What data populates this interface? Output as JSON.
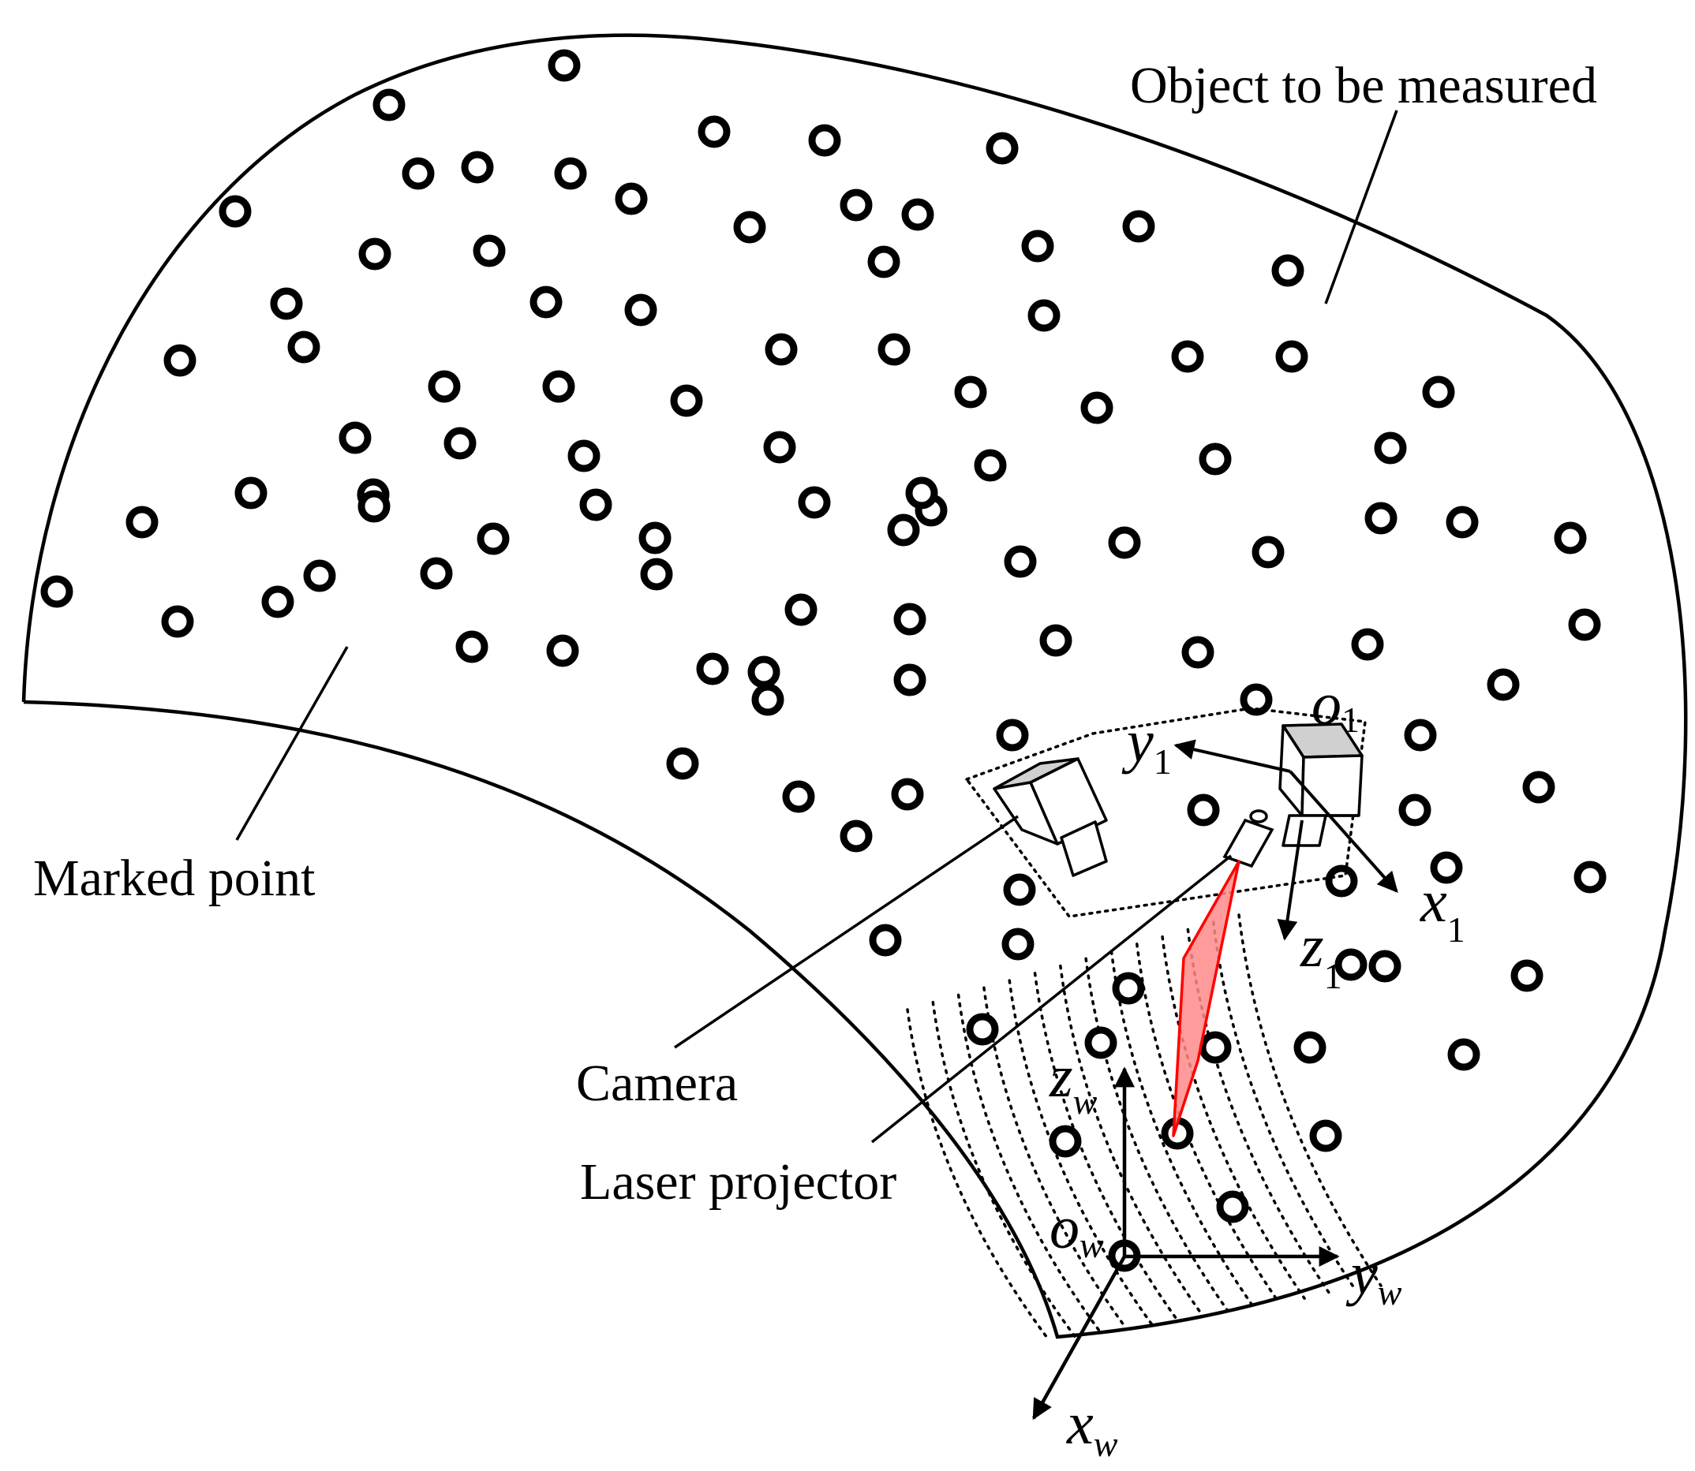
{
  "labels": {
    "object": "Object to be measured",
    "marked_point": "Marked point",
    "camera": "Camera",
    "laser_projector": "Laser projector"
  },
  "axes": {
    "sensor": {
      "origin": "o",
      "origin_sub": "1",
      "x": "x",
      "x_sub": "1",
      "y": "y",
      "y_sub": "1",
      "z": "z",
      "z_sub": "1"
    },
    "world": {
      "origin": "o",
      "origin_sub": "w",
      "x": "x",
      "x_sub": "w",
      "y": "y",
      "y_sub": "w",
      "z": "z",
      "z_sub": "w"
    }
  },
  "colors": {
    "ink": "#000000",
    "laser": "#ff0000",
    "laser_fill": "#ff8a8a",
    "camera_top": "#d0d0d0"
  }
}
